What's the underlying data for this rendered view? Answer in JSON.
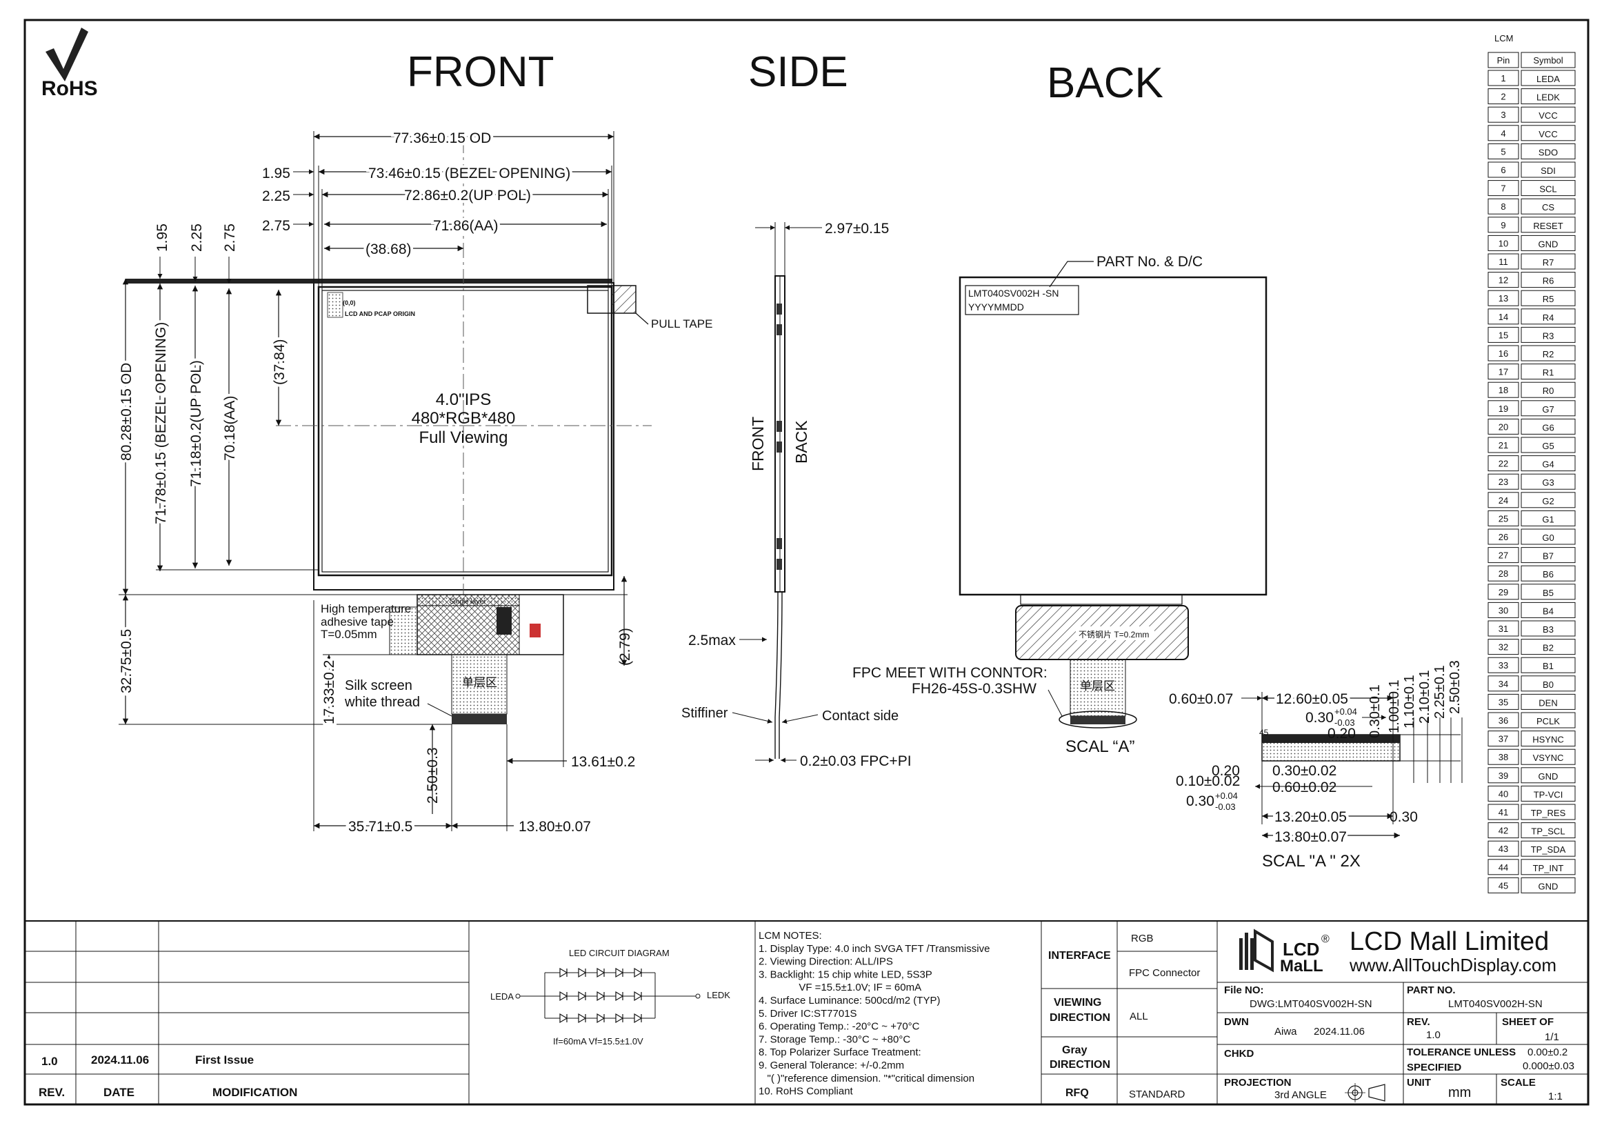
{
  "logo": {
    "rohs": "RoHS"
  },
  "views": {
    "front": "FRONT",
    "side": "SIDE",
    "back": "BACK"
  },
  "front": {
    "dims": {
      "od_w": "77.36±0.15 OD",
      "bezel_w": "73.46±0.15 (BEZEL OPENING)",
      "pol_w": "72.86±0.2(UP POL)",
      "aa_w": "71.86(AA)",
      "center_x": "(38.68)",
      "off1": "1.95",
      "off2": "2.25",
      "off3": "2.75",
      "center_y": "(37.84)",
      "od_h": "80.28±0.15 OD",
      "bezel_h": "71.78±0.15 (BEZEL OPENING)",
      "pol_h": "71.18±0.2(UP POL)",
      "aa_h": "70.18(AA)",
      "total_h": "32.75±0.5",
      "fpc_h": "17.33±0.2",
      "tail_h": "2.50±0.3",
      "fpc_off": "35.71±0.5",
      "fpc_w": "13.80±0.07",
      "fpc_right": "13.61±0.2",
      "stiff_h": "(2.79)"
    },
    "panel": {
      "size": "4.0\"IPS",
      "res": "480*RGB*480",
      "view": "Full Viewing"
    },
    "origin": {
      "coord": "(0,0)",
      "label": "LCD AND PCAP ORIGIN"
    },
    "pull_tape": "PULL TAPE",
    "temp_tape": [
      "High temperature",
      "adhesive tape",
      "T=0.05mm"
    ],
    "silk": [
      "Silk screen",
      "white thread"
    ],
    "single_layer": "Single layer",
    "fpc_zone": "单层区"
  },
  "side": {
    "thickness": "2.97±0.15",
    "front": "FRONT",
    "back": "BACK",
    "max": "2.5max",
    "stiffener": "Stiffiner",
    "contact": "Contact side",
    "fpc": "0.2±0.03 FPC+PI"
  },
  "back": {
    "part_callout": "PART No. & D/C",
    "part_no": "LMT040SV002H -SN",
    "date_code": "YYYYMMDD",
    "conn1": "FPC MEET WITH CONNTOR:",
    "conn2": "FH26-45S-0.3SHW",
    "steel": "不锈钢片 T=0.2mm",
    "fpc_zone": "单层区",
    "scale_a": "SCAL “A”"
  },
  "detail": {
    "d1": "0.60±0.07",
    "d2": "12.60±0.05",
    "d3": "0.30",
    "d3_up": "+0.04",
    "d3_dn": "-0.03",
    "d4": "0.20",
    "d5": "0.20",
    "d6": "0.30±0.02",
    "d7": "0.10±0.02",
    "d8": "0.60±0.02",
    "d9": "0.30",
    "d9_up": "+0.04",
    "d9_dn": "-0.03",
    "d10": "13.20±0.05",
    "d11": "0.30",
    "d12": "13.80±0.07",
    "pin45": "45",
    "vert": [
      "0.30±0.1",
      "1.00±0.1",
      "1.10±0.1",
      "2.10±0.1",
      "2.25±0.1",
      "2.50±0.3"
    ],
    "scale": "SCAL \"A \" 2X"
  },
  "pins": {
    "title": "LCM",
    "head_pin": "Pin",
    "head_sym": "Symbol",
    "rows": [
      [
        "1",
        "LEDA"
      ],
      [
        "2",
        "LEDK"
      ],
      [
        "3",
        "VCC"
      ],
      [
        "4",
        "VCC"
      ],
      [
        "5",
        "SDO"
      ],
      [
        "6",
        "SDI"
      ],
      [
        "7",
        "SCL"
      ],
      [
        "8",
        "CS"
      ],
      [
        "9",
        "RESET"
      ],
      [
        "10",
        "GND"
      ],
      [
        "11",
        "R7"
      ],
      [
        "12",
        "R6"
      ],
      [
        "13",
        "R5"
      ],
      [
        "14",
        "R4"
      ],
      [
        "15",
        "R3"
      ],
      [
        "16",
        "R2"
      ],
      [
        "17",
        "R1"
      ],
      [
        "18",
        "R0"
      ],
      [
        "19",
        "G7"
      ],
      [
        "20",
        "G6"
      ],
      [
        "21",
        "G5"
      ],
      [
        "22",
        "G4"
      ],
      [
        "23",
        "G3"
      ],
      [
        "24",
        "G2"
      ],
      [
        "25",
        "G1"
      ],
      [
        "26",
        "G0"
      ],
      [
        "27",
        "B7"
      ],
      [
        "28",
        "B6"
      ],
      [
        "29",
        "B5"
      ],
      [
        "30",
        "B4"
      ],
      [
        "31",
        "B3"
      ],
      [
        "32",
        "B2"
      ],
      [
        "33",
        "B1"
      ],
      [
        "34",
        "B0"
      ],
      [
        "35",
        "DEN"
      ],
      [
        "36",
        "PCLK"
      ],
      [
        "37",
        "HSYNC"
      ],
      [
        "38",
        "VSYNC"
      ],
      [
        "39",
        "GND"
      ],
      [
        "40",
        "TP-VCI"
      ],
      [
        "41",
        "TP_RES"
      ],
      [
        "42",
        "TP_SCL"
      ],
      [
        "43",
        "TP_SDA"
      ],
      [
        "44",
        "TP_INT"
      ],
      [
        "45",
        "GND"
      ]
    ]
  },
  "revision": {
    "rev": "1.0",
    "date": "2024.11.06",
    "mod": "First Issue",
    "h_rev": "REV.",
    "h_date": "DATE",
    "h_mod": "MODIFICATION"
  },
  "led": {
    "title": "LED CIRCUIT DIAGRAM",
    "leda": "LEDA",
    "ledk": "LEDK",
    "spec": "If=60mA  Vf=15.5±1.0V"
  },
  "notes": [
    "LCM NOTES:",
    "1. Display Type: 4.0 inch SVGA TFT /Transmissive",
    "2. Viewing Direction: ALL/IPS",
    "3. Backlight: 15 chip white LED, 5S3P",
    "              VF =15.5±1.0V; IF = 60mA",
    "4. Surface Luminance: 500cd/m2 (TYP)",
    "5. Driver IC:ST7701S",
    "6. Operating Temp.: -20°C ~ +70°C",
    "7. Storage Temp.: -30°C ~ +80°C",
    "8. Top Polarizer Surface Treatment:",
    "9. General Tolerance: +/-0.2mm",
    "   \"( )\"reference dimension. \"*\"critical dimension",
    "10. RoHS Compliant"
  ],
  "spec": {
    "interface": "INTERFACE",
    "rgb": "RGB",
    "fpc_conn": "FPC Connector",
    "viewing1": "VIEWING",
    "viewing2": "DIRECTION",
    "all": "ALL",
    "gray1": "Gray",
    "gray2": "DIRECTION",
    "rfq": "RFQ",
    "standard": "STANDARD"
  },
  "company": {
    "name": "LCD Mall Limited",
    "url": "www.AllTouchDisplay.com",
    "logo1": "LCD",
    "logo2": "MaLL",
    "reg": "®"
  },
  "title_block": {
    "file_no_l": "File NO:",
    "file_no": "DWG:LMT040SV002H-SN",
    "part_no_l": "PART NO.",
    "part_no": "LMT040SV002H-SN",
    "dwn_l": "DWN",
    "dwn": "Aiwa",
    "dwn_date": "2024.11.06",
    "rev_l": "REV.",
    "rev": "1.0",
    "sheet_l": "SHEET OF",
    "sheet": "1/1",
    "chkd_l": "CHKD",
    "tol_l1": "TOLERANCE UNLESS",
    "tol_l2": "SPECIFIED",
    "tol1": "0.00±0.2",
    "tol2": "0.000±0.03",
    "proj_l": "PROJECTION",
    "proj": "3rd ANGLE",
    "unit_l": "UNIT",
    "unit": "mm",
    "scale_l": "SCALE",
    "scale": "1:1"
  }
}
